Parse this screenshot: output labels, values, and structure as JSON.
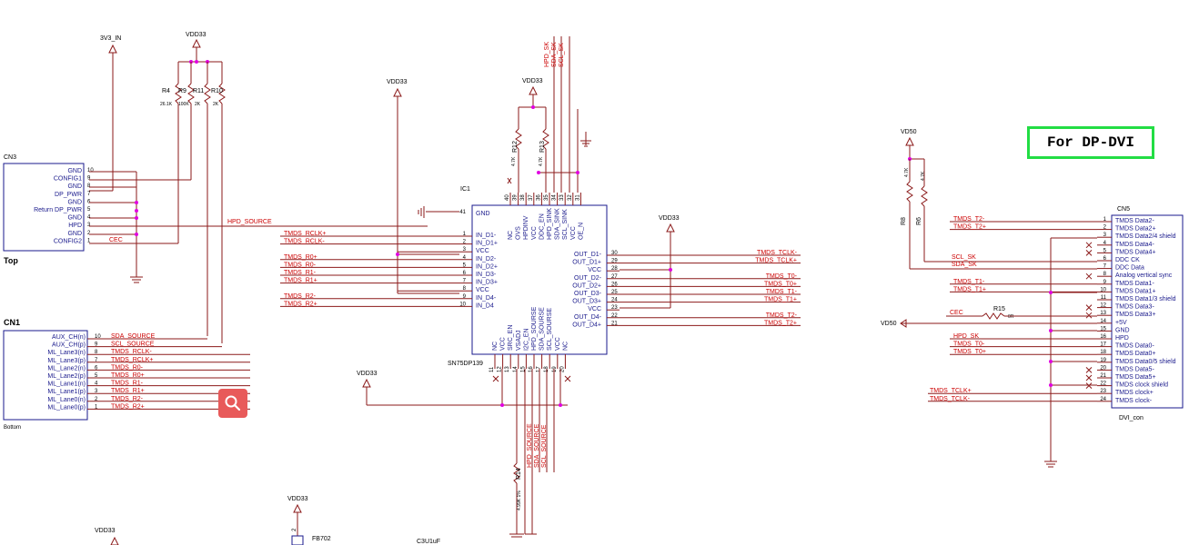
{
  "nets": {
    "vdd33": "VDD33",
    "v3v3_in": "3V3_IN",
    "vd50": "VD50",
    "hpd_source": "HPD_SOURCE",
    "cec": "CEC",
    "hpd_sk": "HPD_SK",
    "sda_sk": "SDA_SK",
    "scl_sk": "SCL_SK",
    "sda_source": "SDA_SOURCE",
    "scl_source": "SCL_SOURCE"
  },
  "cn3": {
    "ref": "CN3",
    "side": "Top",
    "pins": [
      {
        "name": "GND",
        "num": "10"
      },
      {
        "name": "CONFIG1",
        "num": "9"
      },
      {
        "name": "GND",
        "num": "8"
      },
      {
        "name": "DP_PWR",
        "num": "7"
      },
      {
        "name": "GND",
        "num": "6"
      },
      {
        "name": "Return DP_PWR",
        "num": "5"
      },
      {
        "name": "GND",
        "num": "4"
      },
      {
        "name": "HPD",
        "num": "3"
      },
      {
        "name": "GND",
        "num": "2"
      },
      {
        "name": "CONFIG2",
        "num": "1"
      }
    ]
  },
  "cn1": {
    "ref": "CN1",
    "side": "Bottom",
    "pins": [
      {
        "name": "AUX_CH(n)",
        "num": "10",
        "net": "SDA_SOURCE"
      },
      {
        "name": "AUX_CH(p)",
        "num": "9",
        "net": "SCL_SOURCE"
      },
      {
        "name": "ML_Lane3(n)",
        "num": "8",
        "net": "TMDS_RCLK-"
      },
      {
        "name": "ML_Lane3(p)",
        "num": "7",
        "net": "TMDS_RCLK+"
      },
      {
        "name": "ML_Lane2(n)",
        "num": "6",
        "net": "TMDS_R0-"
      },
      {
        "name": "ML_Lane2(p)",
        "num": "5",
        "net": "TMDS_R0+"
      },
      {
        "name": "ML_Lane1(n)",
        "num": "4",
        "net": "TMDS_R1-"
      },
      {
        "name": "ML_Lane1(p)",
        "num": "3",
        "net": "TMDS_R1+"
      },
      {
        "name": "ML_Lane0(n)",
        "num": "2",
        "net": "TMDS_R2-"
      },
      {
        "name": "ML_Lane0(p)",
        "num": "1",
        "net": "TMDS_R2+"
      }
    ]
  },
  "resistors": {
    "r4": {
      "ref": "R4",
      "val": "26.1K"
    },
    "r9": {
      "ref": "R9",
      "val": "100K"
    },
    "r11": {
      "ref": "R11",
      "val": "2K"
    },
    "r10": {
      "ref": "R10",
      "val": "2K"
    },
    "r12": {
      "ref": "R12",
      "val": "4.7K"
    },
    "r13": {
      "ref": "R13",
      "val": "4.7K"
    },
    "r14": {
      "ref": "R14",
      "val": "4.99K 1%"
    },
    "r8": {
      "ref": "R8",
      "val": "4.7K"
    },
    "r6": {
      "ref": "R6",
      "val": "4.7K"
    },
    "r15": {
      "ref": "R15",
      "val": "0R"
    }
  },
  "ic1": {
    "ref": "IC1",
    "part": "SN75DP139",
    "left": [
      {
        "num": "41",
        "name": "GND"
      },
      {
        "num": "1",
        "name": "IN_D1-",
        "net": "TMDS_RCLK+"
      },
      {
        "num": "2",
        "name": "IN_D1+",
        "net": "TMDS_RCLK-"
      },
      {
        "num": "3",
        "name": "VCC",
        "net": ""
      },
      {
        "num": "4",
        "name": "IN_D2-",
        "net": "TMDS_R0+"
      },
      {
        "num": "5",
        "name": "IN_D2+",
        "net": "TMDS_R0-"
      },
      {
        "num": "6",
        "name": "IN_D3-",
        "net": "TMDS_R1-"
      },
      {
        "num": "7",
        "name": "IN_D3+",
        "net": "TMDS_R1+"
      },
      {
        "num": "8",
        "name": "VCC",
        "net": ""
      },
      {
        "num": "9",
        "name": "IN_D4-",
        "net": "TMDS_R2-"
      },
      {
        "num": "10",
        "name": "IN_D4",
        "net": "TMDS_R2+"
      }
    ],
    "right": [
      {
        "num": "30",
        "name": "OUT_D1-",
        "net": "TMDS_TCLK-"
      },
      {
        "num": "29",
        "name": "OUT_D1+",
        "net": "TMDS_TCLK+"
      },
      {
        "num": "28",
        "name": "VCC",
        "net": ""
      },
      {
        "num": "27",
        "name": "OUT_D2-",
        "net": "TMDS_T0-"
      },
      {
        "num": "26",
        "name": "OUT_D2+",
        "net": "TMDS_T0+"
      },
      {
        "num": "25",
        "name": "OUT_D3-",
        "net": "TMDS_T1-"
      },
      {
        "num": "24",
        "name": "OUT_D3+",
        "net": "TMDS_T1+"
      },
      {
        "num": "23",
        "name": "VCC",
        "net": ""
      },
      {
        "num": "22",
        "name": "OUT_D4-",
        "net": "TMDS_T2-"
      },
      {
        "num": "21",
        "name": "OUT_D4+",
        "net": "TMDS_T2+"
      }
    ],
    "top": [
      {
        "num": "40",
        "name": "NC"
      },
      {
        "num": "39",
        "name": "OVS"
      },
      {
        "num": "38",
        "name": "HPDINV"
      },
      {
        "num": "37",
        "name": "VCC"
      },
      {
        "num": "36",
        "name": "DDC_EN"
      },
      {
        "num": "35",
        "name": "HPD_SINK"
      },
      {
        "num": "34",
        "name": "SDA_SINK"
      },
      {
        "num": "33",
        "name": "SCL_SINK"
      },
      {
        "num": "32",
        "name": "VCC"
      },
      {
        "num": "31",
        "name": "OE_N"
      }
    ],
    "bottom": [
      {
        "num": "11",
        "name": "NC"
      },
      {
        "num": "12",
        "name": "VCC"
      },
      {
        "num": "13",
        "name": "SRC_EN"
      },
      {
        "num": "14",
        "name": "VSADJ"
      },
      {
        "num": "15",
        "name": "I2C_EN"
      },
      {
        "num": "16",
        "name": "HPD_SOURSE"
      },
      {
        "num": "17",
        "name": "SDA_SOURSE"
      },
      {
        "num": "18",
        "name": "SCL_SOURSE"
      },
      {
        "num": "19",
        "name": "VCC"
      },
      {
        "num": "20",
        "name": "NC"
      }
    ]
  },
  "cn5": {
    "ref": "CN5",
    "part": "DVI_con",
    "pins": [
      {
        "num": "1",
        "name": "TMDS Data2-",
        "net": "TMDS_T2-"
      },
      {
        "num": "2",
        "name": "TMDS Data2+",
        "net": "TMDS_T2+"
      },
      {
        "num": "3",
        "name": "TMDS Data2/4 shield",
        "net": ""
      },
      {
        "num": "4",
        "name": "TMDS Data4-",
        "net": ""
      },
      {
        "num": "5",
        "name": "TMDS Data4+",
        "net": ""
      },
      {
        "num": "6",
        "name": "DDC CK",
        "net": "SCL_SK"
      },
      {
        "num": "7",
        "name": "DDC Data",
        "net": "SDA_SK"
      },
      {
        "num": "8",
        "name": "Analog vertical sync",
        "net": ""
      },
      {
        "num": "9",
        "name": "TMDS Data1-",
        "net": "TMDS_T1-"
      },
      {
        "num": "10",
        "name": "TMDS Data1+",
        "net": "TMDS_T1+"
      },
      {
        "num": "11",
        "name": "TMDS Data1/3 shield",
        "net": ""
      },
      {
        "num": "12",
        "name": "TMDS Data3-",
        "net": ""
      },
      {
        "num": "13",
        "name": "TMDS Data3+",
        "net": ""
      },
      {
        "num": "14",
        "name": "+5V",
        "net": "CEC"
      },
      {
        "num": "15",
        "name": "GND",
        "net": ""
      },
      {
        "num": "16",
        "name": "HPD",
        "net": "HPD_SK"
      },
      {
        "num": "17",
        "name": "TMDS Data0-",
        "net": "TMDS_T0-"
      },
      {
        "num": "18",
        "name": "TMDS Data0+",
        "net": "TMDS_T0+"
      },
      {
        "num": "19",
        "name": "TMDS Data0/5 shield",
        "net": ""
      },
      {
        "num": "20",
        "name": "TMDS Data5-",
        "net": ""
      },
      {
        "num": "21",
        "name": "TMDS Data5+",
        "net": ""
      },
      {
        "num": "22",
        "name": "TMDS clock shield",
        "net": ""
      },
      {
        "num": "23",
        "name": "TMDS clock+",
        "net": "TMDS_TCLK+"
      },
      {
        "num": "24",
        "name": "TMDS clock-",
        "net": "TMDS_TCLK-"
      }
    ]
  },
  "bottom_parts": {
    "fb": "FB702",
    "cap": "C3U1uF",
    "fb_pin": "2"
  },
  "banner": "For DP-DVI",
  "search_icon": "search-icon"
}
